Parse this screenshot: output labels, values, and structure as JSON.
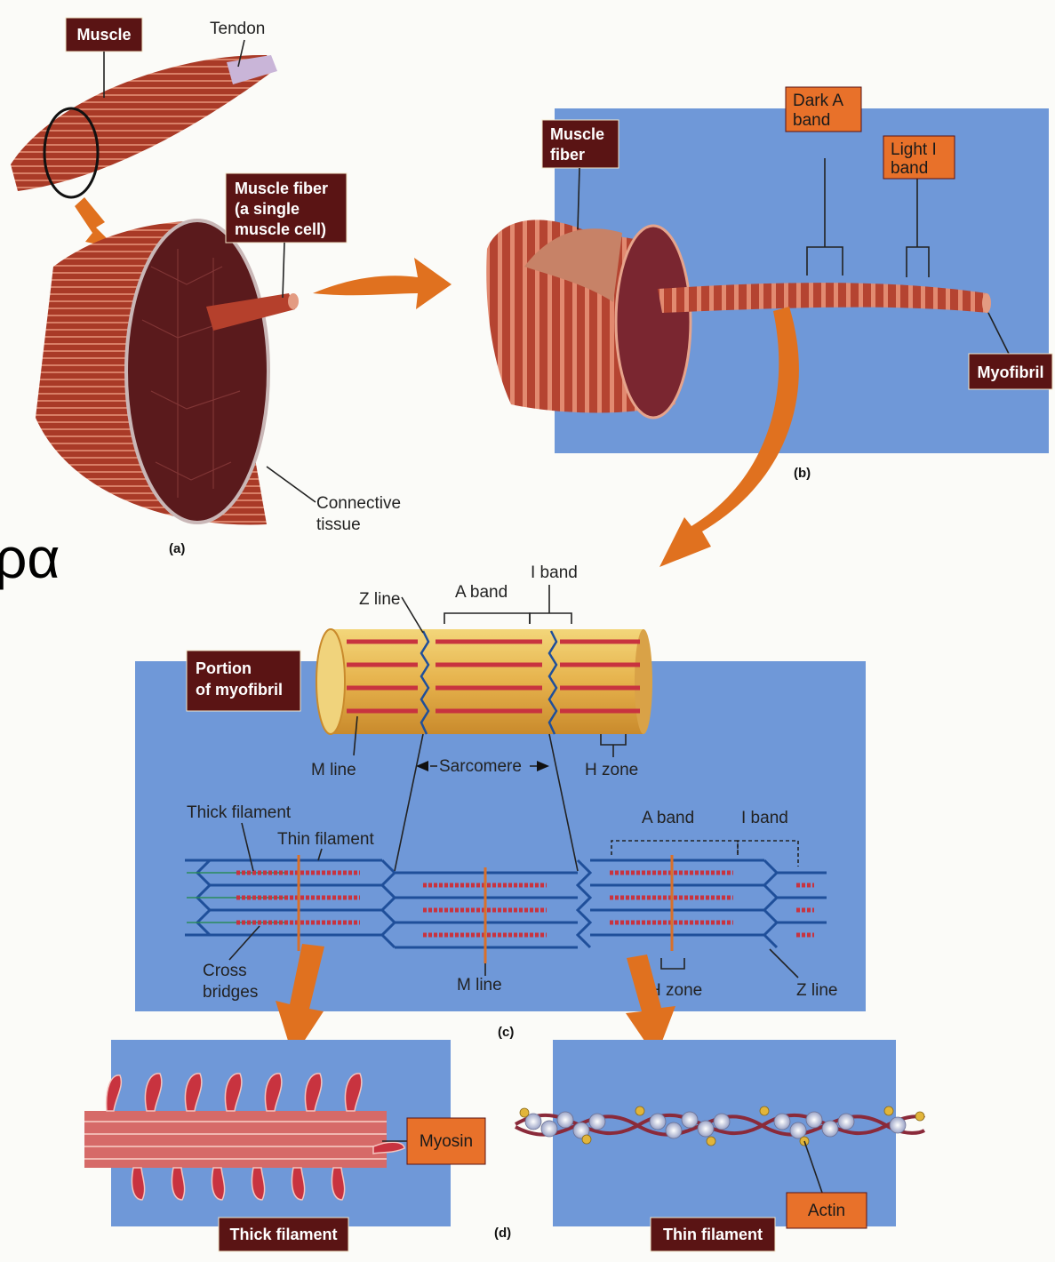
{
  "side_text": "ρα",
  "colors": {
    "panel": "#6f98d8",
    "dark_box": "#5a1414",
    "orange_box": "#e8712a",
    "muscle": "#b5402c",
    "arrow": "#e0711f",
    "myofilament_blue": "#1f4f9a",
    "myosin_red": "#c8333f"
  },
  "labels": {
    "muscle": "Muscle",
    "tendon": "Tendon",
    "muscle_fiber_a": [
      "Muscle fiber",
      "(a single",
      "muscle cell)"
    ],
    "connective_tissue": [
      "Connective",
      "tissue"
    ],
    "caption_a": "(a)",
    "muscle_fiber_b": [
      "Muscle",
      "fiber"
    ],
    "dark_a_band": [
      "Dark A",
      "band"
    ],
    "light_i_band": [
      "Light I",
      "band"
    ],
    "myofibril": "Myofibril",
    "caption_b": "(b)",
    "portion_myofibril": [
      "Portion",
      "of myofibril"
    ],
    "z_line_top": "Z line",
    "a_band_top": "A band",
    "i_band_top": "I band",
    "m_line_top": "M line",
    "sarcomere": "Sarcomere",
    "h_zone_top": "H zone",
    "thick_filament": "Thick filament",
    "thin_filament": "Thin filament",
    "a_band_right": "A band",
    "i_band_right": "I band",
    "cross_bridges": [
      "Cross",
      "bridges"
    ],
    "m_line_bottom": "M line",
    "h_zone_bottom": "H zone",
    "z_line_bottom": "Z line",
    "caption_c": "(c)",
    "myosin": "Myosin",
    "thick_filament_box": "Thick filament",
    "actin": "Actin",
    "thin_filament_box": "Thin filament",
    "caption_d": "(d)"
  }
}
